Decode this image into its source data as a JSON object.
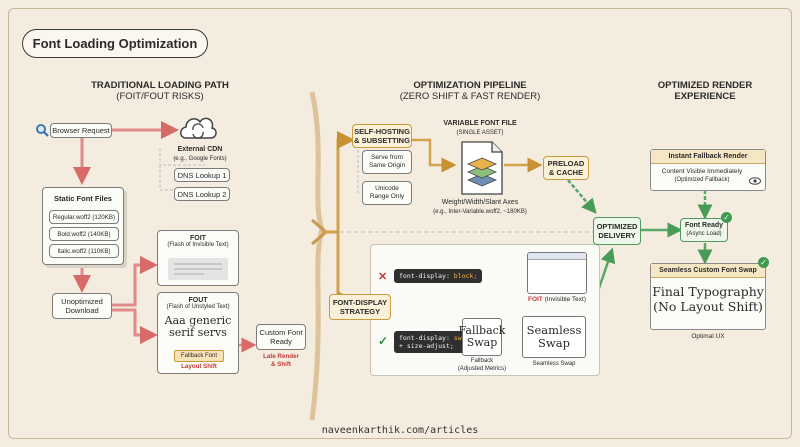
{
  "title": "Font Loading Optimization",
  "left": {
    "heading_line1": "TRADITIONAL LOADING PATH",
    "heading_line2": "(FOIT/FOUT RISKS)",
    "browser_request": "Browser Request",
    "cdn_label": "External CDN",
    "cdn_sub": "(e.g., Google Fonts)",
    "dns1": "DNS Lookup 1",
    "dns2": "DNS Lookup 2",
    "static_title": "Static Font Files",
    "file1": "Regular.woff2 (120KB)",
    "file2": "Bold.woff2 (140KB)",
    "file3": "Italic.woff2 (110KB)",
    "unoptimized_line1": "Unoptimized",
    "unoptimized_line2": "Download",
    "foit_title": "FOIT",
    "foit_sub": "(Flash of Invisible Text)",
    "fout_title": "FOUT",
    "fout_sub": "(Flash of Unstyled Text)",
    "fout_sample_line1": "Aaa generic",
    "fout_sample_line2": "serif servs",
    "fallback_font": "Fallback Font",
    "layout_shift": "Layout Shift",
    "custom_line1": "Custom Font",
    "custom_line2": "Ready",
    "late_line1": "Late Render",
    "late_line2": "& Shift"
  },
  "middle": {
    "heading_line1": "OPTIMIZATION PIPELINE",
    "heading_line2": "(ZERO SHIFT & FAST RENDER)",
    "self_hosting_line1": "SELF-HOSTING",
    "self_hosting_line2": "& SUBSETTING",
    "serve_line1": "Serve from",
    "serve_line2": "Same Origin",
    "unicode_line1": "Unicode",
    "unicode_line2": "Range Only",
    "variable_title": "VARIABLE FONT FILE",
    "variable_sub": "(SINGLE ASSET)",
    "axes_line1": "Weight/Width/Slant Axes",
    "axes_line2": "(e.g., Inter-Variable.woff2, ~180KB)",
    "preload_line1": "PRELOAD",
    "preload_line2": "& CACHE",
    "font_display_line1": "FONT-DISPLAY",
    "font_display_line2": "STRATEGY",
    "code_block_prop": "font-display:",
    "code_block_val": "block;",
    "foit_caption": "FOIT",
    "foit_caption_sub": "(Invisible Text)",
    "code_swap_prop": "font-display:",
    "code_swap_val": "swap;",
    "code_adjust": "+ size-adjust;",
    "fallback_box_line1": "Fallback",
    "fallback_box_line2": "Swap",
    "seamless_box_line1": "Seamless",
    "seamless_box_line2": "Swap",
    "fallback_caption_line1": "Fallback",
    "fallback_caption_line2": "(Adjusted Metrics)",
    "seamless_caption": "Seamless Swap",
    "optimized_line1": "OPTIMIZED",
    "optimized_line2": "DELIVERY"
  },
  "right": {
    "heading_line1": "OPTIMIZED RENDER",
    "heading_line2": "EXPERIENCE",
    "instant_title": "Instant Fallback Render",
    "instant_body_line1": "Content Visible Immediately",
    "instant_body_line2": "(Optimized Fallback)",
    "font_ready_line1": "Font Ready",
    "font_ready_line2": "(Async Load)",
    "seamless_title": "Seamless Custom Font Swap",
    "final_line1": "Final Typography",
    "final_line2": "(No Layout Shift)",
    "optimal": "Optimal UX"
  },
  "footer": "naveenkarthik.com/articles",
  "colors": {
    "background": "#f3ecdf",
    "red_path": "#e07f7f",
    "gold_path": "#d4a24c",
    "green_path": "#5aa867"
  },
  "icons": {
    "search": "search-icon",
    "cloud": "cloud-sync-icon",
    "cross": "cross-icon",
    "check": "check-icon",
    "eye": "eye-icon"
  }
}
